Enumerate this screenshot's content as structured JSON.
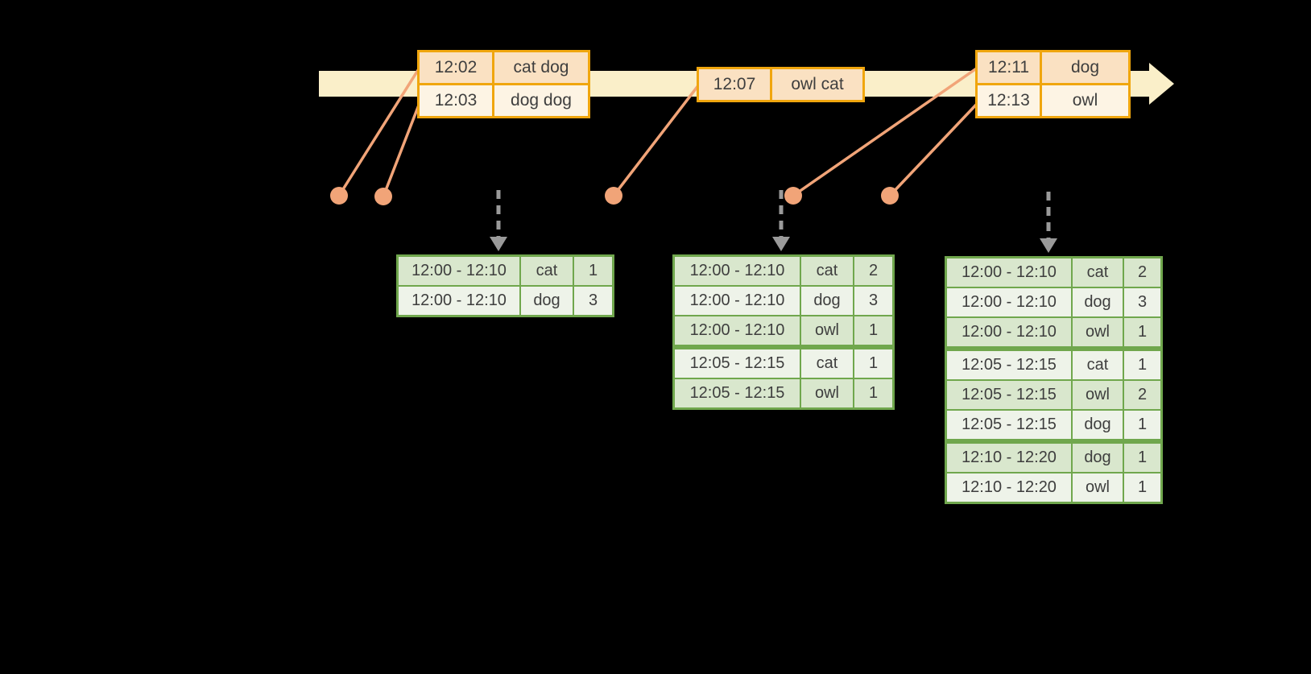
{
  "diagram_title": "streaming-windowed-word-counts",
  "colors": {
    "background": "#000000",
    "timeline_band": "#FAEFC9",
    "event_border": "#F0A60E",
    "event_row_dark": "#FAE1C2",
    "event_row_light": "#FDF4E4",
    "connector_salmon": "#F1A478",
    "result_border": "#70A74D",
    "result_row_dark": "#D9E7CD",
    "result_row_light": "#EEF3E9",
    "trigger_arrow_gray": "#9A9A9A",
    "text": "#3E3E3E"
  },
  "event_tables": [
    {
      "id": "events-1202-1203",
      "rows": [
        {
          "time": "12:02",
          "words": "cat dog"
        },
        {
          "time": "12:03",
          "words": "dog dog"
        }
      ]
    },
    {
      "id": "events-1207",
      "rows": [
        {
          "time": "12:07",
          "words": "owl cat"
        }
      ]
    },
    {
      "id": "events-1211-1213",
      "rows": [
        {
          "time": "12:11",
          "words": "dog"
        },
        {
          "time": "12:13",
          "words": "owl"
        }
      ]
    }
  ],
  "result_tables": [
    {
      "id": "counts-after-first-trigger",
      "group_breaks": [],
      "rows": [
        {
          "window": "12:00 - 12:10",
          "word": "cat",
          "count": "1"
        },
        {
          "window": "12:00 - 12:10",
          "word": "dog",
          "count": "3"
        }
      ]
    },
    {
      "id": "counts-after-second-trigger",
      "group_breaks": [
        3
      ],
      "rows": [
        {
          "window": "12:00 - 12:10",
          "word": "cat",
          "count": "2"
        },
        {
          "window": "12:00 - 12:10",
          "word": "dog",
          "count": "3"
        },
        {
          "window": "12:00 - 12:10",
          "word": "owl",
          "count": "1"
        },
        {
          "window": "12:05 - 12:15",
          "word": "cat",
          "count": "1"
        },
        {
          "window": "12:05 - 12:15",
          "word": "owl",
          "count": "1"
        }
      ]
    },
    {
      "id": "counts-after-third-trigger",
      "group_breaks": [
        3,
        6
      ],
      "rows": [
        {
          "window": "12:00 - 12:10",
          "word": "cat",
          "count": "2"
        },
        {
          "window": "12:00 - 12:10",
          "word": "dog",
          "count": "3"
        },
        {
          "window": "12:00 - 12:10",
          "word": "owl",
          "count": "1"
        },
        {
          "window": "12:05 - 12:15",
          "word": "cat",
          "count": "1"
        },
        {
          "window": "12:05 - 12:15",
          "word": "owl",
          "count": "2"
        },
        {
          "window": "12:05 - 12:15",
          "word": "dog",
          "count": "1"
        },
        {
          "window": "12:10 - 12:20",
          "word": "dog",
          "count": "1"
        },
        {
          "window": "12:10 - 12:20",
          "word": "owl",
          "count": "1"
        }
      ]
    }
  ]
}
